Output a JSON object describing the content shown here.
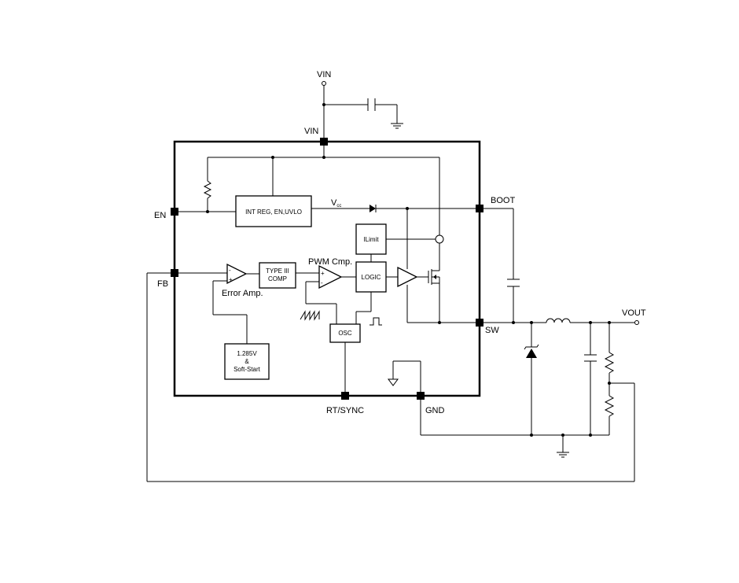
{
  "pins": {
    "vin_top": "VIN",
    "vin": "VIN",
    "en": "EN",
    "fb": "FB",
    "boot": "BOOT",
    "sw": "SW",
    "rt_sync": "RT/SYNC",
    "gnd": "GND",
    "vout": "VOUT"
  },
  "blocks": {
    "int_reg": "INT REG, EN,UVLO",
    "type3_line1": "TYPE III",
    "type3_line2": "COMP",
    "logic": "LOGIC",
    "ilimit": "ILimit",
    "osc": "OSC",
    "ref_line1": "1.285V",
    "ref_line2": "&",
    "ref_line3": "Soft-Start"
  },
  "labels": {
    "vcc": "V",
    "vcc_sub": "cc",
    "pwm_cmp": "PWM Cmp.",
    "error_amp": "Error Amp.",
    "plus": "+",
    "minus": "-"
  }
}
